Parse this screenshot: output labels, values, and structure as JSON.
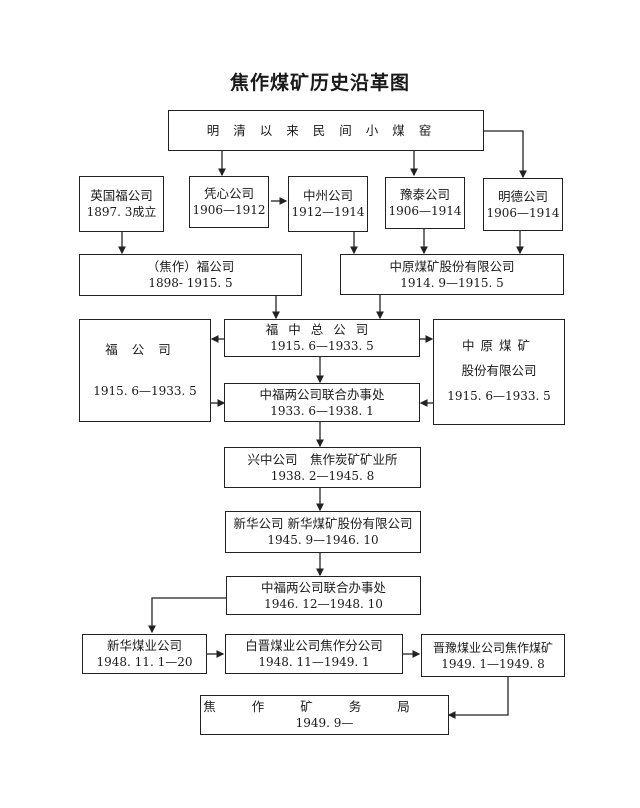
{
  "title": "焦作煤矿历史沿革图",
  "nodes": {
    "origin": {
      "name": "明清以来民间小煤窑"
    },
    "ying_fu": {
      "name": "英国福公司",
      "date": "1897. 3成立"
    },
    "ping_xin": {
      "name": "凭心公司",
      "date": "1906—1912"
    },
    "zhong_zhou": {
      "name": "中州公司",
      "date": "1912—1914"
    },
    "yu_tai": {
      "name": "豫泰公司",
      "date": "1906—1914"
    },
    "ming_de": {
      "name": "明德公司",
      "date": "1906—1914"
    },
    "jiaozuo_fu": {
      "name": "（焦作）福公司",
      "date": "1898- 1915. 5"
    },
    "zhongyuan_1": {
      "name": "中原煤矿股份有限公司",
      "date": "1914. 9—1915. 5"
    },
    "fu_company": {
      "name": "福公司",
      "date": "1915. 6—1933. 5"
    },
    "fuzhong": {
      "name": "福中总公司",
      "date": "1915. 6—1933. 5"
    },
    "zhongyuan_2": {
      "name_line1": "中原煤矿",
      "name_line2": "股份有限公司",
      "date": "1915. 6—1933. 5"
    },
    "joint_office_1": {
      "name": "中福两公司联合办事处",
      "date": "1933. 6—1938. 1"
    },
    "xingzhong": {
      "name": "兴中公司　焦作炭矿矿业所",
      "date": "1938. 2—1945. 8"
    },
    "xinhua": {
      "name": "新华公司 新华煤矿股份有限公司",
      "date": "1945. 9—1946. 10"
    },
    "joint_office_2": {
      "name": "中福两公司联合办事处",
      "date": "1946. 12—1948. 10"
    },
    "xinhua_coal": {
      "name": "新华煤业公司",
      "date": "1948. 11. 1—20"
    },
    "baijin": {
      "name": "白晋煤业公司焦作分公司",
      "date": "1948. 11—1949. 1"
    },
    "jinyu": {
      "name": "晋豫煤业公司焦作煤矿",
      "date": "1949. 1—1949. 8"
    },
    "bureau": {
      "name": "焦作矿务局",
      "date": "1949. 9—"
    }
  }
}
